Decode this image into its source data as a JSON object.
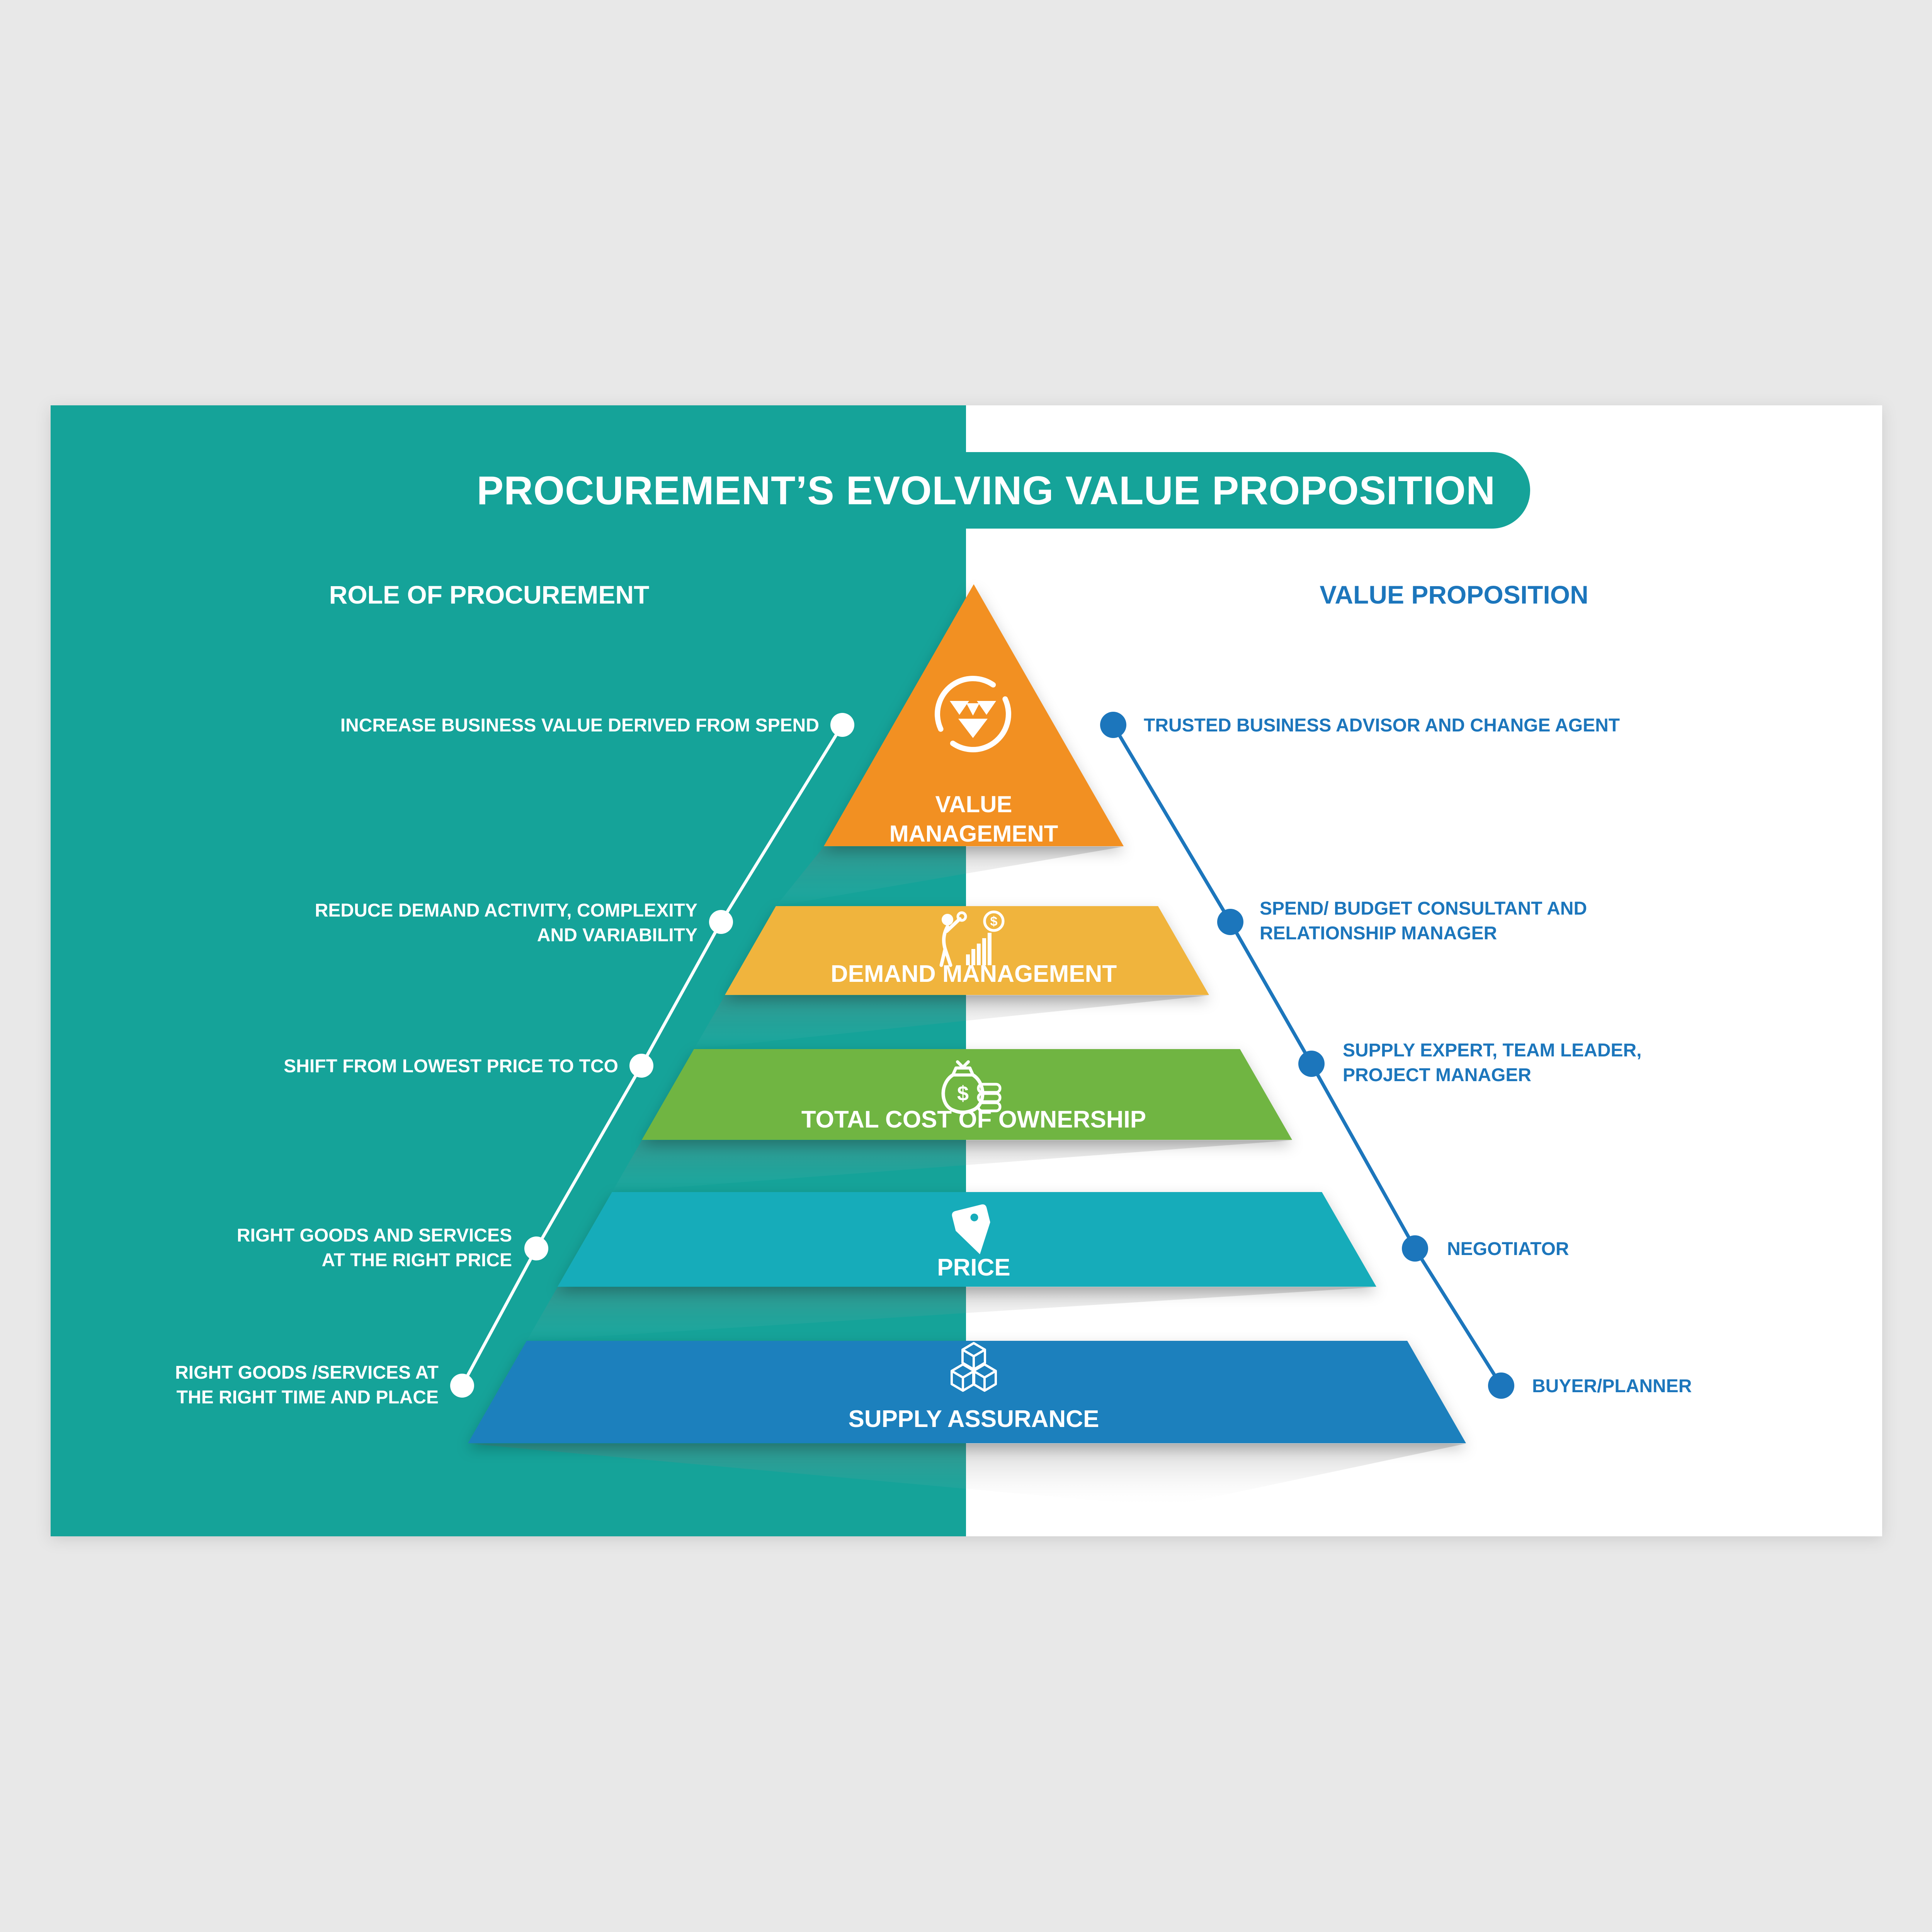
{
  "page": {
    "background_color": "#E8E8E8",
    "card_color": "#FFFFFF",
    "panel_teal_color": "#15A399"
  },
  "header": {
    "title": "PROCUREMENT’S EVOLVING VALUE PROPOSITION",
    "title_bar_color": "#15A399",
    "title_text_color": "#FFFFFF",
    "left_column_header": "ROLE OF PROCUREMENT",
    "right_column_header": "VALUE PROPOSITION",
    "accent_blue": "#1C76BC"
  },
  "connectors": {
    "left_line_color": "#FFFFFF",
    "right_line_color": "#1C76BC"
  },
  "pyramid": {
    "levels": [
      {
        "name": "VALUE MANAGEMENT",
        "color": "#F29023",
        "icon": "value-gem-icon",
        "label_lines": [
          "VALUE",
          "MANAGEMENT"
        ],
        "role_lines": [
          "INCREASE BUSINESS VALUE DERIVED FROM SPEND"
        ],
        "value_lines": [
          "TRUSTED BUSINESS ADVISOR AND CHANGE AGENT"
        ]
      },
      {
        "name": "DEMAND MANAGEMENT",
        "color": "#F0B43C",
        "icon": "demand-growth-icon",
        "label_lines": [
          "DEMAND MANAGEMENT"
        ],
        "role_lines": [
          "REDUCE DEMAND ACTIVITY, COMPLEXITY",
          "AND VARIABILITY"
        ],
        "value_lines": [
          "SPEND/ BUDGET CONSULTANT AND",
          "RELATIONSHIP MANAGER"
        ]
      },
      {
        "name": "TOTAL COST OF OWNERSHIP",
        "color": "#6FB543",
        "icon": "money-bag-icon",
        "label_lines": [
          "TOTAL COST OF OWNERSHIP"
        ],
        "role_lines": [
          "SHIFT FROM LOWEST PRICE TO TCO"
        ],
        "value_lines": [
          "SUPPLY EXPERT, TEAM LEADER,",
          "PROJECT MANAGER"
        ]
      },
      {
        "name": "PRICE",
        "color": "#17ACBA",
        "icon": "price-tag-icon",
        "label_lines": [
          "PRICE"
        ],
        "role_lines": [
          "RIGHT GOODS AND SERVICES",
          "AT THE RIGHT PRICE"
        ],
        "value_lines": [
          "NEGOTIATOR"
        ]
      },
      {
        "name": "SUPPLY ASSURANCE",
        "color": "#1A80BD",
        "icon": "supply-cubes-icon",
        "label_lines": [
          "SUPPLY ASSURANCE"
        ],
        "role_lines": [
          "RIGHT GOODS /SERVICES AT",
          "THE RIGHT TIME AND PLACE"
        ],
        "value_lines": [
          "BUYER/PLANNER"
        ]
      }
    ]
  }
}
